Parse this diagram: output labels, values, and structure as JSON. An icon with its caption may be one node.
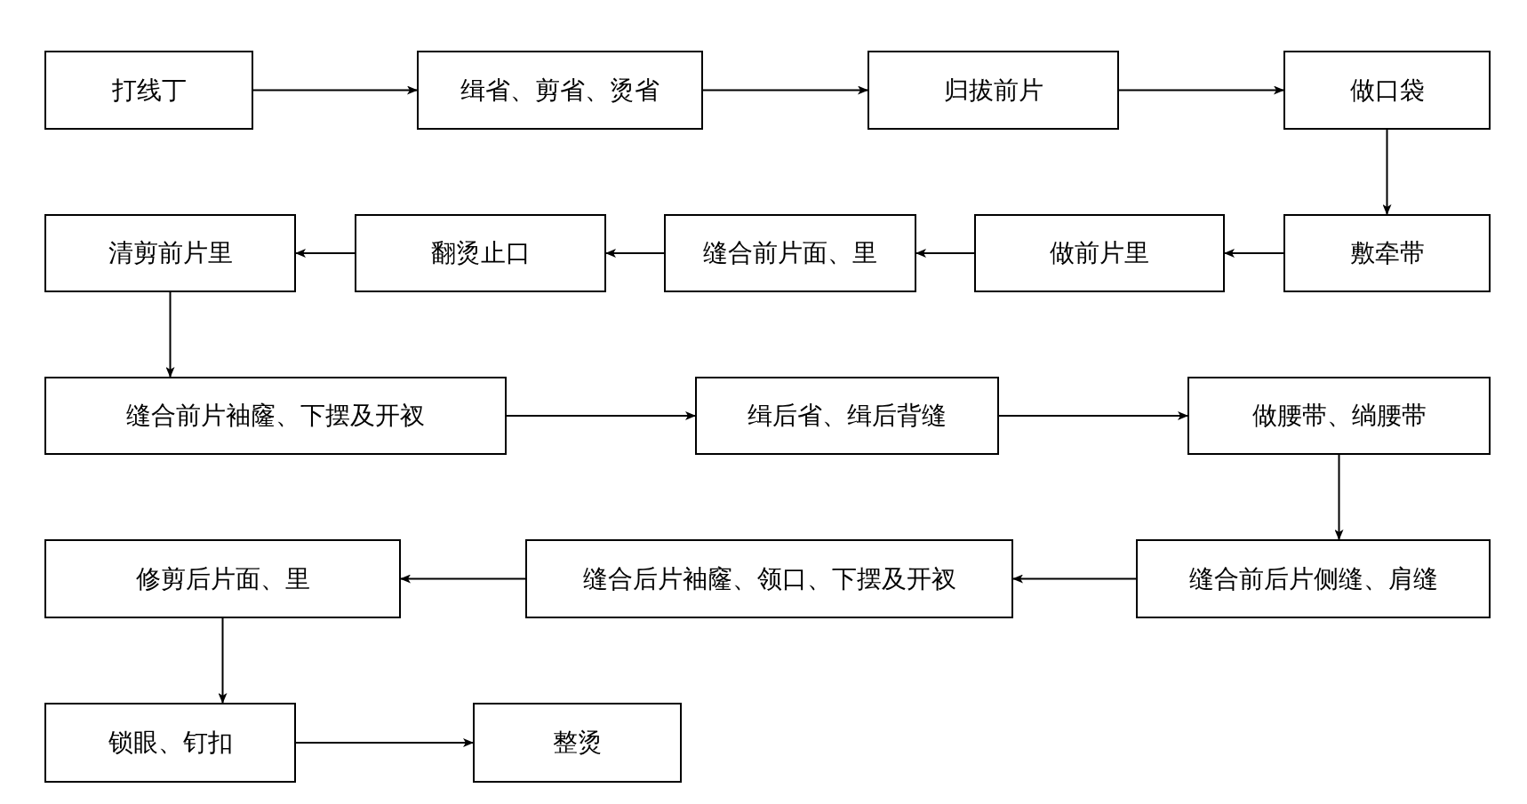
{
  "diagram": {
    "nodes": [
      {
        "text": [
          "打线丁"
        ]
      },
      {
        "text": [
          "缉省、剪省、烫省"
        ]
      },
      {
        "text": [
          "归拔前片"
        ]
      },
      {
        "text": [
          "做口袋"
        ]
      },
      {
        "text": [
          "敷牵带"
        ]
      },
      {
        "text": [
          "做前片里"
        ]
      },
      {
        "text": [
          "缝合前片面、里"
        ]
      },
      {
        "text": [
          "翻烫止口"
        ]
      },
      {
        "text": [
          "清剪前片里"
        ]
      },
      {
        "text": [
          "缝合前片袖窿、下摆及开衩"
        ]
      },
      {
        "text": [
          "缉后省、缉后背缝"
        ]
      },
      {
        "text": [
          "做腰带、绱腰带"
        ]
      },
      {
        "text": [
          "缝合前后片侧缝、肩缝"
        ]
      },
      {
        "text": [
          "缝合后片袖窿、领口、下摆及开衩"
        ]
      },
      {
        "text": [
          "修剪后片面、里"
        ]
      },
      {
        "text": [
          "锁眼、钉扣"
        ]
      },
      {
        "text": [
          "整烫"
        ]
      }
    ],
    "edges": [
      {
        "from": 0,
        "to": 1,
        "arrow": "to"
      },
      {
        "from": 1,
        "to": 2,
        "arrow": "to"
      },
      {
        "from": 2,
        "to": 3,
        "arrow": "to"
      },
      {
        "from": 3,
        "to": 4,
        "arrow": "to"
      },
      {
        "from": 4,
        "to": 5,
        "arrow": "to"
      },
      {
        "from": 5,
        "to": 6,
        "arrow": "to"
      },
      {
        "from": 6,
        "to": 7,
        "arrow": "to"
      },
      {
        "from": 7,
        "to": 8,
        "arrow": "to"
      },
      {
        "from": 8,
        "to": 9,
        "arrow": "to"
      },
      {
        "from": 9,
        "to": 10,
        "arrow": "to"
      },
      {
        "from": 10,
        "to": 11,
        "arrow": "to"
      },
      {
        "from": 11,
        "to": 12,
        "arrow": "to"
      },
      {
        "from": 12,
        "to": 13,
        "arrow": "to"
      },
      {
        "from": 13,
        "to": 14,
        "arrow": "to"
      },
      {
        "from": 14,
        "to": 15,
        "arrow": "to"
      },
      {
        "from": 15,
        "to": 16,
        "arrow": "to"
      }
    ]
  }
}
